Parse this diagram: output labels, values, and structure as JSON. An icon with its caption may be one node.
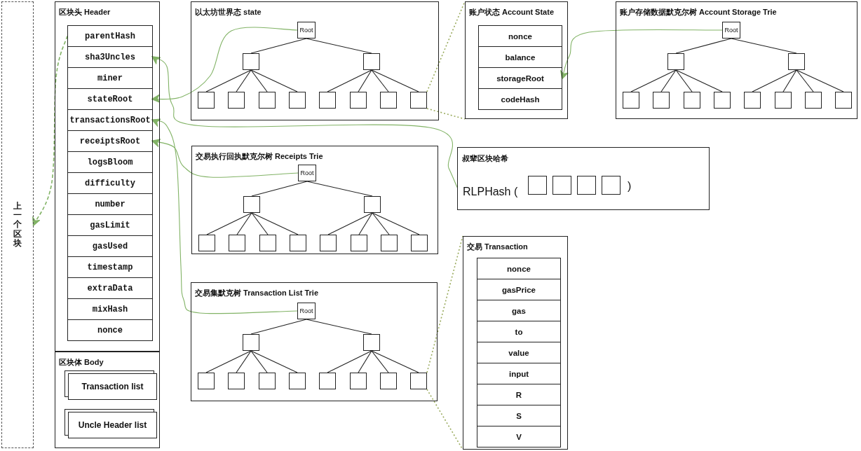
{
  "diagram": {
    "nodes": [
      {
        "text": [
          "上一个区块"
        ]
      },
      {
        "text": [
          "区块头 Header"
        ]
      },
      {
        "text": [
          "parentHash"
        ],
        "in": 1
      },
      {
        "text": [
          "sha3Uncles"
        ],
        "in": 1
      },
      {
        "text": [
          "miner"
        ],
        "in": 1
      },
      {
        "text": [
          "stateRoot"
        ],
        "in": 1
      },
      {
        "text": [
          "transactionsRoot"
        ],
        "in": 1
      },
      {
        "text": [
          "receiptsRoot"
        ],
        "in": 1
      },
      {
        "text": [
          "logsBloom"
        ],
        "in": 1
      },
      {
        "text": [
          "difficulty"
        ],
        "in": 1
      },
      {
        "text": [
          "number"
        ],
        "in": 1
      },
      {
        "text": [
          "gasLimit"
        ],
        "in": 1
      },
      {
        "text": [
          "gasUsed"
        ],
        "in": 1
      },
      {
        "text": [
          "timestamp"
        ],
        "in": 1
      },
      {
        "text": [
          "extraData"
        ],
        "in": 1
      },
      {
        "text": [
          "mixHash"
        ],
        "in": 1
      },
      {
        "text": [
          "nonce"
        ],
        "in": 1
      },
      {
        "text": [
          "区块体 Body"
        ]
      },
      {
        "text": [
          "Transaction list"
        ],
        "in": 17
      },
      {
        "text": [
          "Uncle Header list"
        ],
        "in": 17
      },
      {
        "text": [
          "以太坊世界态 state"
        ]
      },
      {
        "text": [
          "Root"
        ],
        "in": 20
      },
      {
        "text": [],
        "shape": "box",
        "in": 20
      },
      {
        "text": [],
        "shape": "box",
        "in": 20
      },
      {
        "text": [],
        "shape": "box",
        "in": 20
      },
      {
        "text": [],
        "shape": "box",
        "in": 20
      },
      {
        "text": [],
        "shape": "box",
        "in": 20
      },
      {
        "text": [],
        "shape": "box",
        "in": 20
      },
      {
        "text": [],
        "shape": "box",
        "in": 20
      },
      {
        "text": [],
        "shape": "box",
        "in": 20
      },
      {
        "text": [],
        "shape": "box",
        "in": 20
      },
      {
        "text": [],
        "shape": "box",
        "in": 20
      },
      {
        "text": [
          "账户状态 Account State"
        ]
      },
      {
        "text": [
          "nonce"
        ],
        "in": 32
      },
      {
        "text": [
          "balance"
        ],
        "in": 32
      },
      {
        "text": [
          "storageRoot"
        ],
        "in": 32
      },
      {
        "text": [
          "codeHash"
        ],
        "in": 32
      },
      {
        "text": [
          "账户存储数据默克尔树 Account Storage Trie"
        ]
      },
      {
        "text": [
          "Root"
        ],
        "in": 37
      },
      {
        "text": [],
        "shape": "box",
        "in": 37
      },
      {
        "text": [],
        "shape": "box",
        "in": 37
      },
      {
        "text": [],
        "shape": "box",
        "in": 37
      },
      {
        "text": [],
        "shape": "box",
        "in": 37
      },
      {
        "text": [],
        "shape": "box",
        "in": 37
      },
      {
        "text": [],
        "shape": "box",
        "in": 37
      },
      {
        "text": [],
        "shape": "box",
        "in": 37
      },
      {
        "text": [],
        "shape": "box",
        "in": 37
      },
      {
        "text": [],
        "shape": "box",
        "in": 37
      },
      {
        "text": [],
        "shape": "box",
        "in": 37
      },
      {
        "text": [
          "交易执行回执默克尔树 Receipts Trie"
        ]
      },
      {
        "text": [
          "Root"
        ],
        "in": 49
      },
      {
        "text": [],
        "shape": "box",
        "in": 49
      },
      {
        "text": [],
        "shape": "box",
        "in": 49
      },
      {
        "text": [],
        "shape": "box",
        "in": 49
      },
      {
        "text": [],
        "shape": "box",
        "in": 49
      },
      {
        "text": [],
        "shape": "box",
        "in": 49
      },
      {
        "text": [],
        "shape": "box",
        "in": 49
      },
      {
        "text": [],
        "shape": "box",
        "in": 49
      },
      {
        "text": [],
        "shape": "box",
        "in": 49
      },
      {
        "text": [],
        "shape": "box",
        "in": 49
      },
      {
        "text": [],
        "shape": "box",
        "in": 49
      },
      {
        "text": [
          "叔辈区块哈希",
          "RLPHash (",
          ")"
        ]
      },
      {
        "text": [],
        "shape": "box",
        "in": 61
      },
      {
        "text": [],
        "shape": "box",
        "in": 61
      },
      {
        "text": [],
        "shape": "box",
        "in": 61
      },
      {
        "text": [],
        "shape": "box",
        "in": 61
      },
      {
        "text": [
          "交易集默克树 Transaction List Trie"
        ]
      },
      {
        "text": [
          "Root"
        ],
        "in": 66
      },
      {
        "text": [],
        "shape": "box",
        "in": 66
      },
      {
        "text": [],
        "shape": "box",
        "in": 66
      },
      {
        "text": [],
        "shape": "box",
        "in": 66
      },
      {
        "text": [],
        "shape": "box",
        "in": 66
      },
      {
        "text": [],
        "shape": "box",
        "in": 66
      },
      {
        "text": [],
        "shape": "box",
        "in": 66
      },
      {
        "text": [],
        "shape": "box",
        "in": 66
      },
      {
        "text": [],
        "shape": "box",
        "in": 66
      },
      {
        "text": [],
        "shape": "box",
        "in": 66
      },
      {
        "text": [],
        "shape": "box",
        "in": 66
      },
      {
        "text": [
          "交易 Transaction"
        ]
      },
      {
        "text": [
          "nonce"
        ],
        "in": 78
      },
      {
        "text": [
          "gasPrice"
        ],
        "in": 78
      },
      {
        "text": [
          "gas"
        ],
        "in": 78
      },
      {
        "text": [
          "to"
        ],
        "in": 78
      },
      {
        "text": [
          "value"
        ],
        "in": 78
      },
      {
        "text": [
          "input"
        ],
        "in": 78
      },
      {
        "text": [
          "R"
        ],
        "in": 78
      },
      {
        "text": [
          "S"
        ],
        "in": 78
      },
      {
        "text": [
          "V"
        ],
        "in": 78
      }
    ],
    "edges": [
      {
        "from": 2,
        "to": 0,
        "arrow": "to",
        "style": "dashed",
        "color": "#82b366"
      },
      {
        "from": 61,
        "to": 3,
        "arrow": "to",
        "color": "#82b366"
      },
      {
        "from": 21,
        "to": 5,
        "arrow": "to",
        "color": "#82b366"
      },
      {
        "from": 67,
        "to": 6,
        "arrow": "to",
        "color": "#82b366"
      },
      {
        "from": 50,
        "to": 7,
        "arrow": "to",
        "color": "#82b366"
      },
      {
        "from": 38,
        "to": 35,
        "arrow": "to",
        "color": "#82b366"
      },
      {
        "from": 31,
        "to": 32,
        "arrow": "none",
        "style": "dashed",
        "color": "#9aab5e"
      },
      {
        "from": 31,
        "to": 32,
        "arrow": "none",
        "style": "dashed",
        "color": "#9aab5e"
      },
      {
        "from": 77,
        "to": 78,
        "arrow": "none",
        "style": "dashed",
        "color": "#9aab5e"
      },
      {
        "from": 77,
        "to": 78,
        "arrow": "none",
        "style": "dashed",
        "color": "#9aab5e"
      },
      {
        "from": 21,
        "to": 22,
        "arrow": "none"
      },
      {
        "from": 21,
        "to": 23,
        "arrow": "none"
      },
      {
        "from": 22,
        "to": 24,
        "arrow": "none"
      },
      {
        "from": 22,
        "to": 25,
        "arrow": "none"
      },
      {
        "from": 22,
        "to": 26,
        "arrow": "none"
      },
      {
        "from": 22,
        "to": 27,
        "arrow": "none"
      },
      {
        "from": 23,
        "to": 28,
        "arrow": "none"
      },
      {
        "from": 23,
        "to": 29,
        "arrow": "none"
      },
      {
        "from": 23,
        "to": 30,
        "arrow": "none"
      },
      {
        "from": 23,
        "to": 31,
        "arrow": "none"
      },
      {
        "from": 38,
        "to": 39,
        "arrow": "none"
      },
      {
        "from": 38,
        "to": 40,
        "arrow": "none"
      },
      {
        "from": 39,
        "to": 41,
        "arrow": "none"
      },
      {
        "from": 39,
        "to": 42,
        "arrow": "none"
      },
      {
        "from": 39,
        "to": 43,
        "arrow": "none"
      },
      {
        "from": 39,
        "to": 44,
        "arrow": "none"
      },
      {
        "from": 40,
        "to": 45,
        "arrow": "none"
      },
      {
        "from": 40,
        "to": 46,
        "arrow": "none"
      },
      {
        "from": 40,
        "to": 47,
        "arrow": "none"
      },
      {
        "from": 40,
        "to": 48,
        "arrow": "none"
      },
      {
        "from": 50,
        "to": 51,
        "arrow": "none"
      },
      {
        "from": 50,
        "to": 52,
        "arrow": "none"
      },
      {
        "from": 51,
        "to": 53,
        "arrow": "none"
      },
      {
        "from": 51,
        "to": 54,
        "arrow": "none"
      },
      {
        "from": 51,
        "to": 55,
        "arrow": "none"
      },
      {
        "from": 51,
        "to": 56,
        "arrow": "none"
      },
      {
        "from": 52,
        "to": 57,
        "arrow": "none"
      },
      {
        "from": 52,
        "to": 58,
        "arrow": "none"
      },
      {
        "from": 52,
        "to": 59,
        "arrow": "none"
      },
      {
        "from": 52,
        "to": 60,
        "arrow": "none"
      },
      {
        "from": 67,
        "to": 68,
        "arrow": "none"
      },
      {
        "from": 67,
        "to": 69,
        "arrow": "none"
      },
      {
        "from": 68,
        "to": 70,
        "arrow": "none"
      },
      {
        "from": 68,
        "to": 71,
        "arrow": "none"
      },
      {
        "from": 68,
        "to": 72,
        "arrow": "none"
      },
      {
        "from": 68,
        "to": 73,
        "arrow": "none"
      },
      {
        "from": 69,
        "to": 74,
        "arrow": "none"
      },
      {
        "from": 69,
        "to": 75,
        "arrow": "none"
      },
      {
        "from": 69,
        "to": 76,
        "arrow": "none"
      },
      {
        "from": 69,
        "to": 77,
        "arrow": "none"
      }
    ]
  }
}
